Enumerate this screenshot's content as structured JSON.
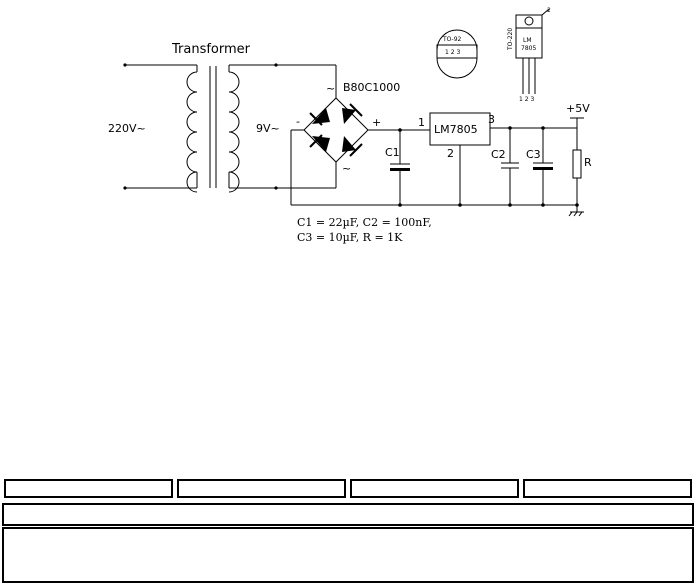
{
  "diagram": {
    "transformer_label": "Transformer",
    "input_voltage": "220V~",
    "secondary_voltage": "9V~",
    "bridge_label": "B80C1000",
    "ac_symbol": "~",
    "minus_label": "-",
    "plus_label": "+",
    "regulator_label": "LM7805",
    "pin1": "1",
    "pin2": "2",
    "pin3": "3",
    "output_voltage": "+5V",
    "c1_label": "C1",
    "c2_label": "C2",
    "c3_label": "C3",
    "r_label": "R",
    "values_line1": "C1 = 22µF,  C2 = 100nF,",
    "values_line2": "C3 = 10µF,  R = 1K",
    "package_to92": "TO-92",
    "package_to220": "TO-220",
    "package_pins": "1  2  3",
    "package_part": "LM",
    "package_part2": "7805"
  },
  "table": {
    "header_cells": [
      "",
      "",
      "",
      ""
    ],
    "bar_text": "",
    "panel_text": ""
  }
}
